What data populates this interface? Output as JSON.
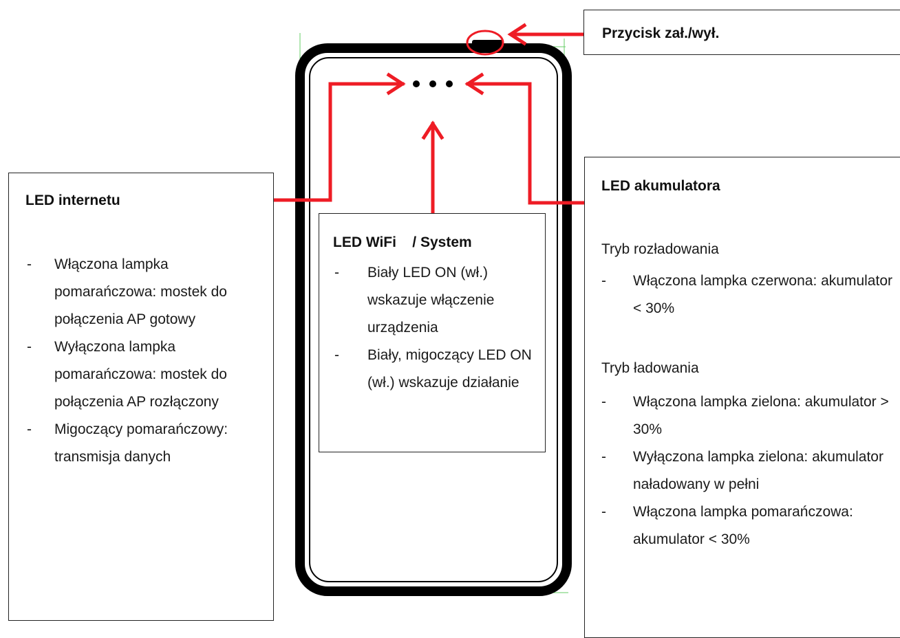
{
  "power_box": {
    "title": "Przycisk zał./wył."
  },
  "internet_box": {
    "title": "LED internetu",
    "items": [
      {
        "dash": "-",
        "text": "Włączona lampka pomarańczowa: mostek do połączenia AP gotowy"
      },
      {
        "dash": "-",
        "text": "Wyłączona lampka pomarańczowa: mostek do połączenia AP rozłączony"
      },
      {
        "dash": "-",
        "text": "Migoczący pomarańczowy: transmisja danych"
      }
    ]
  },
  "wifi_box": {
    "title": "LED WiFi    / System",
    "items": [
      {
        "dash": "-",
        "text": "Biały LED ON (wł.) wskazuje włączenie urządzenia"
      },
      {
        "dash": "-",
        "text": "Biały, migoczący LED ON (wł.) wskazuje działanie"
      }
    ]
  },
  "battery_box": {
    "title": "LED akumulatora",
    "discharge_label": "Tryb rozładowania",
    "discharge_items": [
      {
        "dash": "-",
        "text": "Włączona lampka czerwona: akumulator < 30%"
      }
    ],
    "charge_label": "Tryb ładowania",
    "charge_items": [
      {
        "dash": "-",
        "text": "Włączona lampka zielona: akumulator > 30%"
      },
      {
        "dash": "-",
        "text": "Wyłączona lampka zielona: akumulator naładowany w pełni"
      },
      {
        "dash": "-",
        "text": "Włączona lampka pomarańczowa: akumulator < 30%"
      }
    ]
  },
  "colors": {
    "arrow": "#ee1c25",
    "outline": "#000000",
    "guide": "#66cc66"
  }
}
